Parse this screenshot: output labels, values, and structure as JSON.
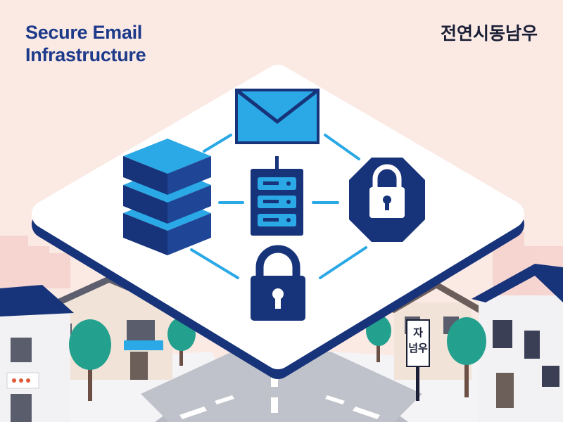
{
  "title_lines": [
    "Secure Email",
    "Infrastructure"
  ],
  "korean_label": "전연시동남우",
  "street_sign": [
    "자",
    "넘우"
  ],
  "icons": [
    "envelope-icon",
    "database-stack-icon",
    "server-rack-icon",
    "padlock-icon",
    "padlock-badge-icon"
  ],
  "colors": {
    "background": "#fbe9e4",
    "navy": "#17337a",
    "sky_blue": "#2aa9e6",
    "card": "#ffffff",
    "road": "#b7bac3",
    "tree": "#23a08e"
  }
}
